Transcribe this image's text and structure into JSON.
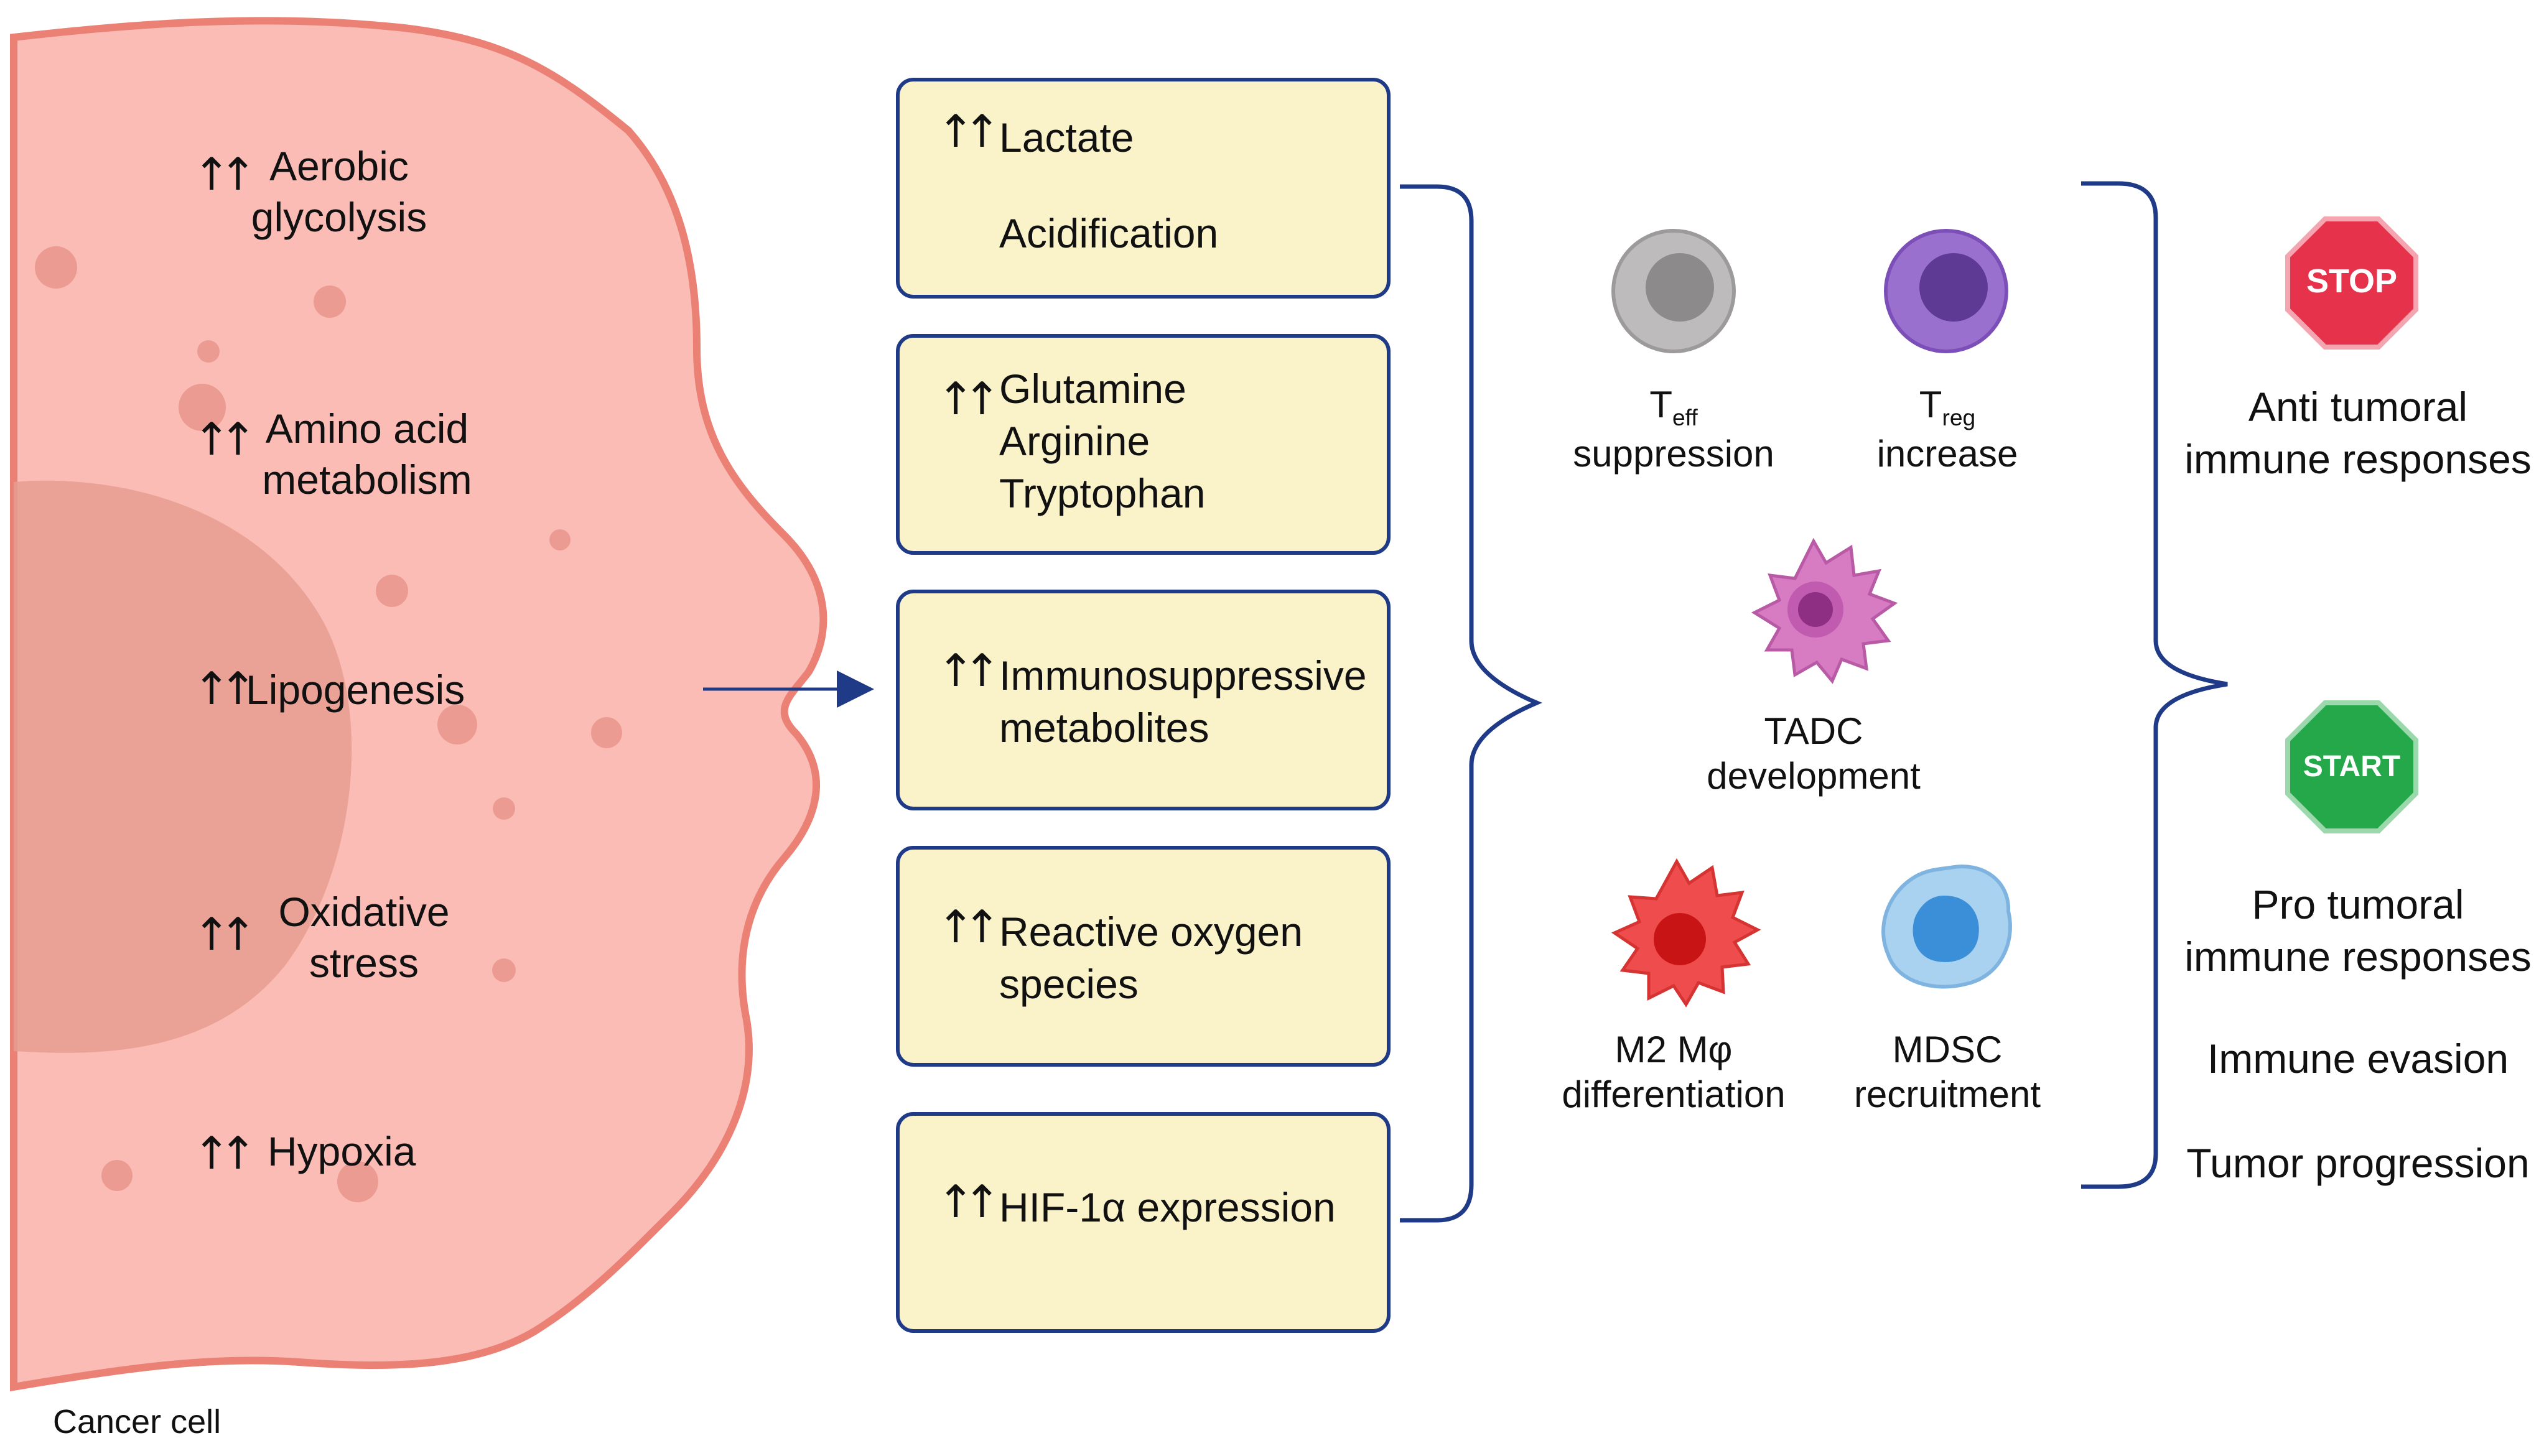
{
  "cancer_cell": {
    "label": "Cancer cell",
    "features": [
      {
        "line1": "Aerobic",
        "line2": "glycolysis"
      },
      {
        "line1": "Amino acid",
        "line2": "metabolism"
      },
      {
        "line1": "Lipogenesis",
        "line2": ""
      },
      {
        "line1": "Oxidative",
        "line2": "stress"
      },
      {
        "line1": "Hypoxia",
        "line2": ""
      }
    ],
    "increase_symbol": "↑↑"
  },
  "boxes": [
    {
      "lines": [
        "Lactate",
        "",
        "Acidification"
      ]
    },
    {
      "lines": [
        "Glutamine",
        "Arginine",
        "Tryptophan"
      ]
    },
    {
      "lines": [
        "Immunosuppressive",
        "metabolites"
      ]
    },
    {
      "lines": [
        "Reactive oxygen",
        "species"
      ]
    },
    {
      "lines": [
        "HIF-1α expression"
      ]
    }
  ],
  "immune_cells": [
    {
      "main": "T",
      "sub": "eff",
      "line2": "suppression",
      "color": "#bdbbbb"
    },
    {
      "main": "T",
      "sub": "reg",
      "line2": "increase",
      "color": "#9a70cf"
    },
    {
      "line1": "TADC",
      "line2": "development",
      "color": "#d77bc3"
    },
    {
      "line1": "M2 Mφ",
      "line2": "differentiation",
      "color": "#ef4d4d"
    },
    {
      "line1": "MDSC",
      "line2": "recruitment",
      "color": "#8ec2ea"
    }
  ],
  "outcomes": {
    "stop_sign": "STOP",
    "start_sign": "START",
    "anti": {
      "line1": "Anti tumoral",
      "line2": "immune responses"
    },
    "pro": {
      "line1": "Pro tumoral",
      "line2": "immune responses"
    },
    "evasion": "Immune evasion",
    "progression": "Tumor progression"
  },
  "colors": {
    "cell_fill": "#fbbcb6",
    "cell_border": "#ea8174",
    "nucleus": "#e69d92",
    "box_fill": "#faf3c9",
    "box_border": "#1f3a86",
    "bracket": "#1f3a86",
    "stop": "#e6324b",
    "start": "#24a84a"
  }
}
